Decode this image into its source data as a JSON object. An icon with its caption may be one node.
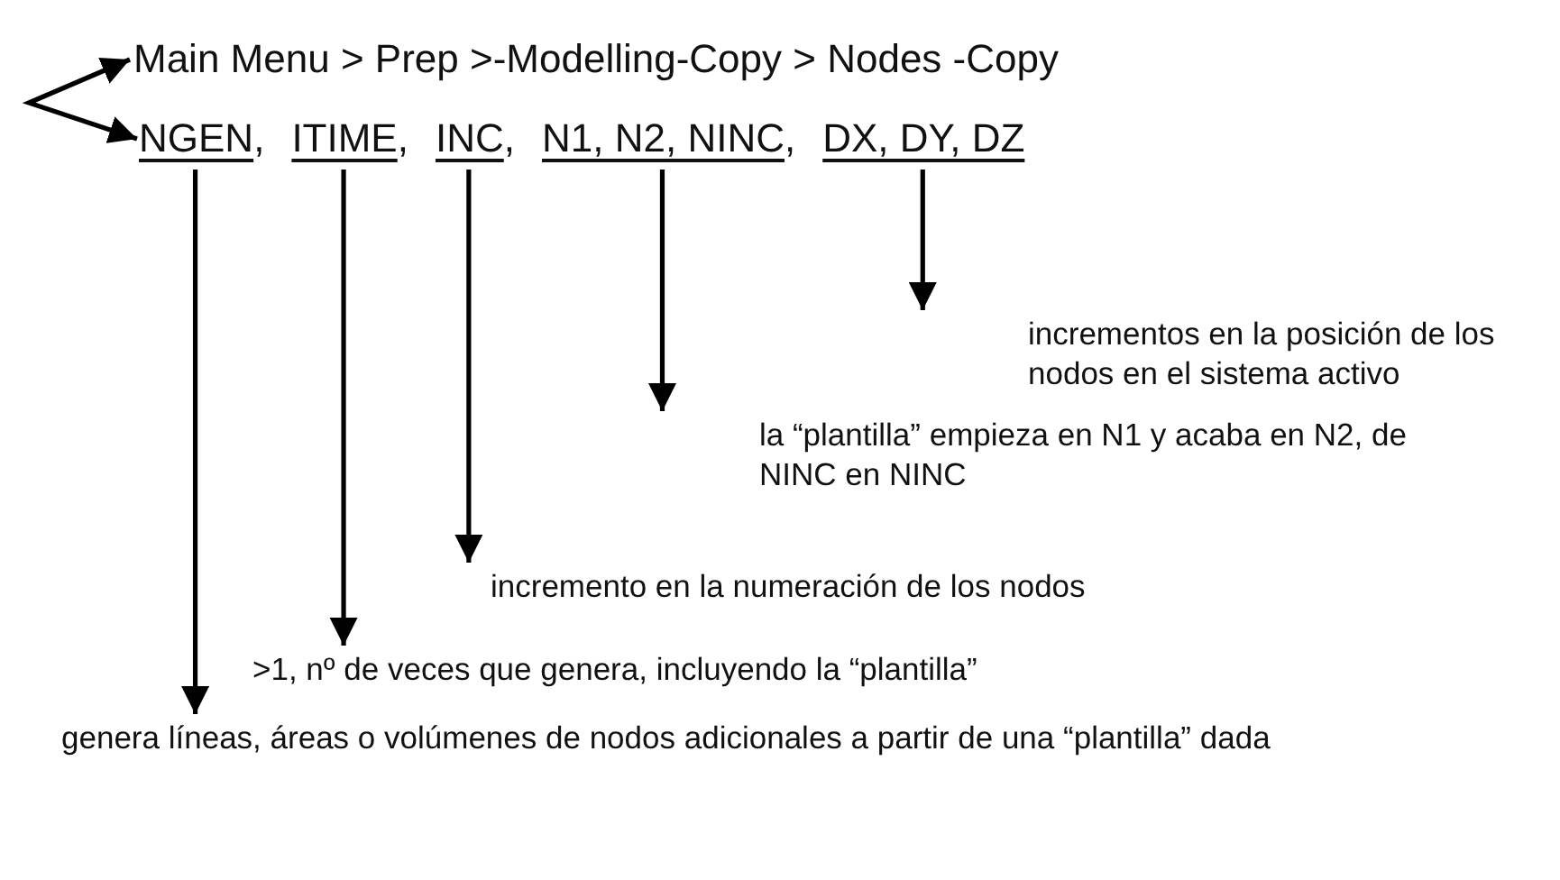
{
  "diagram": {
    "nodes": [
      {
        "text": [
          "Main Menu > Prep >-Modelling-Copy > Nodes -Copy"
        ]
      },
      {
        "text": [
          "NGEN"
        ]
      },
      {
        "text": [
          "ITIME"
        ]
      },
      {
        "text": [
          "INC"
        ]
      },
      {
        "text": [
          "N1, N2, NINC"
        ]
      },
      {
        "text": [
          "DX, DY, DZ"
        ]
      },
      {
        "text": [
          "incrementos en la posición de los nodos en el sistema activo"
        ]
      },
      {
        "text": [
          "la “plantilla” empieza en N1 y acaba en N2, de NINC en NINC"
        ]
      },
      {
        "text": [
          "incremento en la numeración de los nodos"
        ]
      },
      {
        "text": [
          ">1, nº de veces que genera, incluyendo la “plantilla”"
        ]
      },
      {
        "text": [
          "genera líneas, áreas o volúmenes de nodos adicionales a partir de una “plantilla” dada"
        ]
      }
    ],
    "edges": [
      {
        "from": 0,
        "to": 1,
        "arrow": "both"
      },
      {
        "from": 5,
        "to": 6,
        "arrow": "to"
      },
      {
        "from": 4,
        "to": 7,
        "arrow": "to"
      },
      {
        "from": 3,
        "to": 8,
        "arrow": "to"
      },
      {
        "from": 2,
        "to": 9,
        "arrow": "to"
      },
      {
        "from": 1,
        "to": 10,
        "arrow": "to"
      }
    ],
    "labels": [
      ",",
      ",",
      ",",
      ","
    ]
  }
}
